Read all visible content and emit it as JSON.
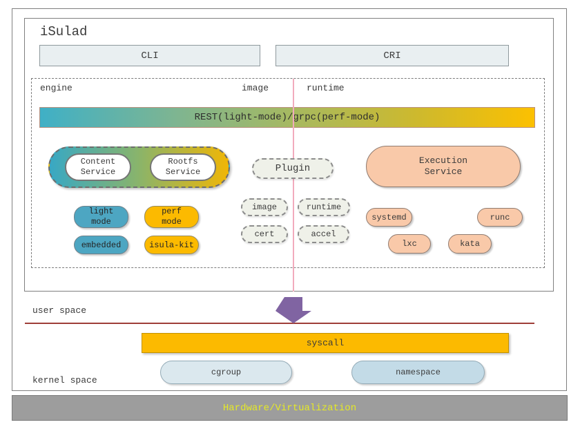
{
  "title": "iSulad",
  "interfaces": {
    "cli": "CLI",
    "cri": "CRI"
  },
  "daemon": {
    "column_labels": {
      "engine": "engine",
      "image": "image",
      "runtime": "runtime"
    },
    "rest_bar_label": "REST(light-mode)/grpc(perf-mode)",
    "engine": {
      "service_group": [
        {
          "label": "Content\nService"
        },
        {
          "label": "Rootfs\nService"
        }
      ],
      "modes": [
        {
          "label": "light\nmode"
        },
        {
          "label": "perf\nmode"
        },
        {
          "label": "embedded"
        },
        {
          "label": "isula-kit"
        }
      ]
    },
    "plugin": {
      "label": "Plugin",
      "types": [
        "image",
        "runtime",
        "cert",
        "accel"
      ]
    },
    "runtime": {
      "execution_service": "Execution\nService",
      "runtimes": [
        "systemd",
        "runc",
        "lxc",
        "kata"
      ]
    }
  },
  "spaces": {
    "user": "user space",
    "kernel": "kernel space"
  },
  "kernel": {
    "syscall": "syscall",
    "primitives": [
      "cgroup",
      "namespace"
    ]
  },
  "hardware_label": "Hardware/Virtualization",
  "colors": {
    "teal": "#4da6c2",
    "yellow": "#fcba00",
    "salmon": "#f9c9a9",
    "cgroup_blue": "#dbe8ee",
    "namespace_blue": "#c3dbe7",
    "arrow_purple": "#8064a2",
    "divider_pink": "#f2abbd",
    "divider_red": "#9e3e38",
    "hardware_gray": "#9d9d9d",
    "hardware_text": "#e5e926",
    "gradient_start": "#3fb0c6",
    "gradient_end": "#fcc000"
  }
}
